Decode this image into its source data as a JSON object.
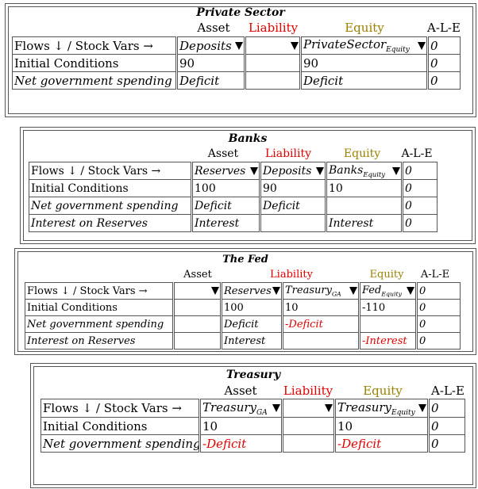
{
  "headers": {
    "asset": "Asset",
    "liability": "Liability",
    "equity": "Equity",
    "ale": "A-L-E"
  },
  "flows_label": "Flows ↓ / Stock Vars →",
  "zero": "0",
  "private": {
    "title": "Private Sector",
    "col1": "Deposits",
    "col3": "PrivateSector",
    "col3_sub": "Equity",
    "rows": [
      {
        "label": "Initial Conditions",
        "c1": "90",
        "c3": "90"
      },
      {
        "label": "Net government spending",
        "c1": "Deficit",
        "c3": "Deficit"
      }
    ]
  },
  "banks": {
    "title": "Banks",
    "col1": "Reserves",
    "col2": "Deposits",
    "col3": "Banks",
    "col3_sub": "Equity",
    "rows": [
      {
        "label": "Initial Conditions",
        "c1": "100",
        "c2": "90",
        "c3": "10"
      },
      {
        "label": "Net government spending",
        "c1": "Deficit",
        "c2": "Deficit",
        "c3": ""
      },
      {
        "label": "Interest on Reserves",
        "c1": "Interest",
        "c2": "",
        "c3": "Interest"
      }
    ]
  },
  "fed": {
    "title": "The Fed",
    "col2": "Reserves",
    "col3": "Treasury",
    "col3_sub": "GA",
    "col4": "Fed",
    "col4_sub": "Equity",
    "rows": [
      {
        "label": "Initial Conditions",
        "c2": "100",
        "c3": "10",
        "c4": "-110"
      },
      {
        "label": "Net government spending",
        "c2": "Deficit",
        "c3": "-Deficit",
        "c4": ""
      },
      {
        "label": "Interest on Reserves",
        "c2": "Interest",
        "c3": "",
        "c4": "-Interest"
      }
    ]
  },
  "treasury": {
    "title": "Treasury",
    "col1": "Treasury",
    "col1_sub": "GA",
    "col3": "Treasury",
    "col3_sub": "Equity",
    "rows": [
      {
        "label": "Initial Conditions",
        "c1": "10",
        "c3": "10"
      },
      {
        "label": "Net government spending",
        "c1": "-Deficit",
        "c3": "-Deficit"
      }
    ]
  }
}
